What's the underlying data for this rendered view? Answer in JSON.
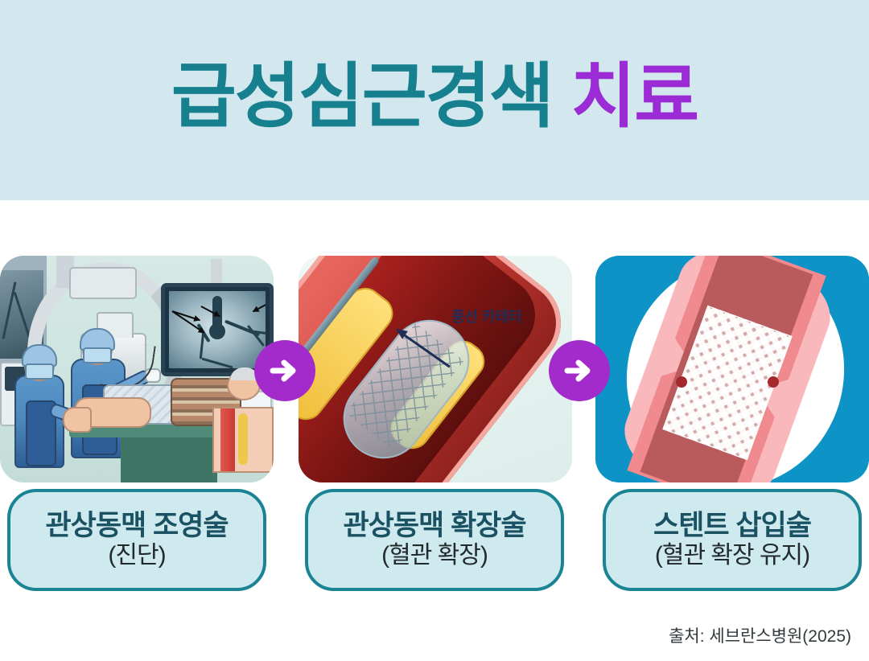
{
  "header": {
    "title_main": "급성심근경색",
    "title_accent": "치료",
    "background_color": "#d3e8ee",
    "title_main_color": "#16808f",
    "title_accent_color": "#9b2bd4"
  },
  "steps": [
    {
      "id": "step-1",
      "panel_name": "coronary-angiography-illustration",
      "caption_title": "관상동맥 조영술",
      "caption_subtitle": "(진단)",
      "panel_background": "#cfe3e2"
    },
    {
      "id": "step-2",
      "panel_name": "balloon-angioplasty-illustration",
      "caption_title": "관상동맥 확장술",
      "caption_subtitle": "(혈관 확장)",
      "panel_background": "#ecf6f4",
      "annotation": "풍선 카테터",
      "annotation_color": "#1f2e56"
    },
    {
      "id": "step-3",
      "panel_name": "stent-placement-illustration",
      "caption_title": "스텐트 삽입술",
      "caption_subtitle": "(혈관 확장 유지)",
      "panel_background": "#0e93c6"
    }
  ],
  "arrows": {
    "icon": "arrow-right-icon",
    "circle_color": "#a32bcb",
    "glyph_color": "#ffffff"
  },
  "caption_style": {
    "fill": "#cfeaee",
    "border": "#1a8394",
    "title_color": "#1b5263",
    "subtitle_color": "#222a2e"
  },
  "source": {
    "text": "출처: 세브란스병원(2025)"
  }
}
